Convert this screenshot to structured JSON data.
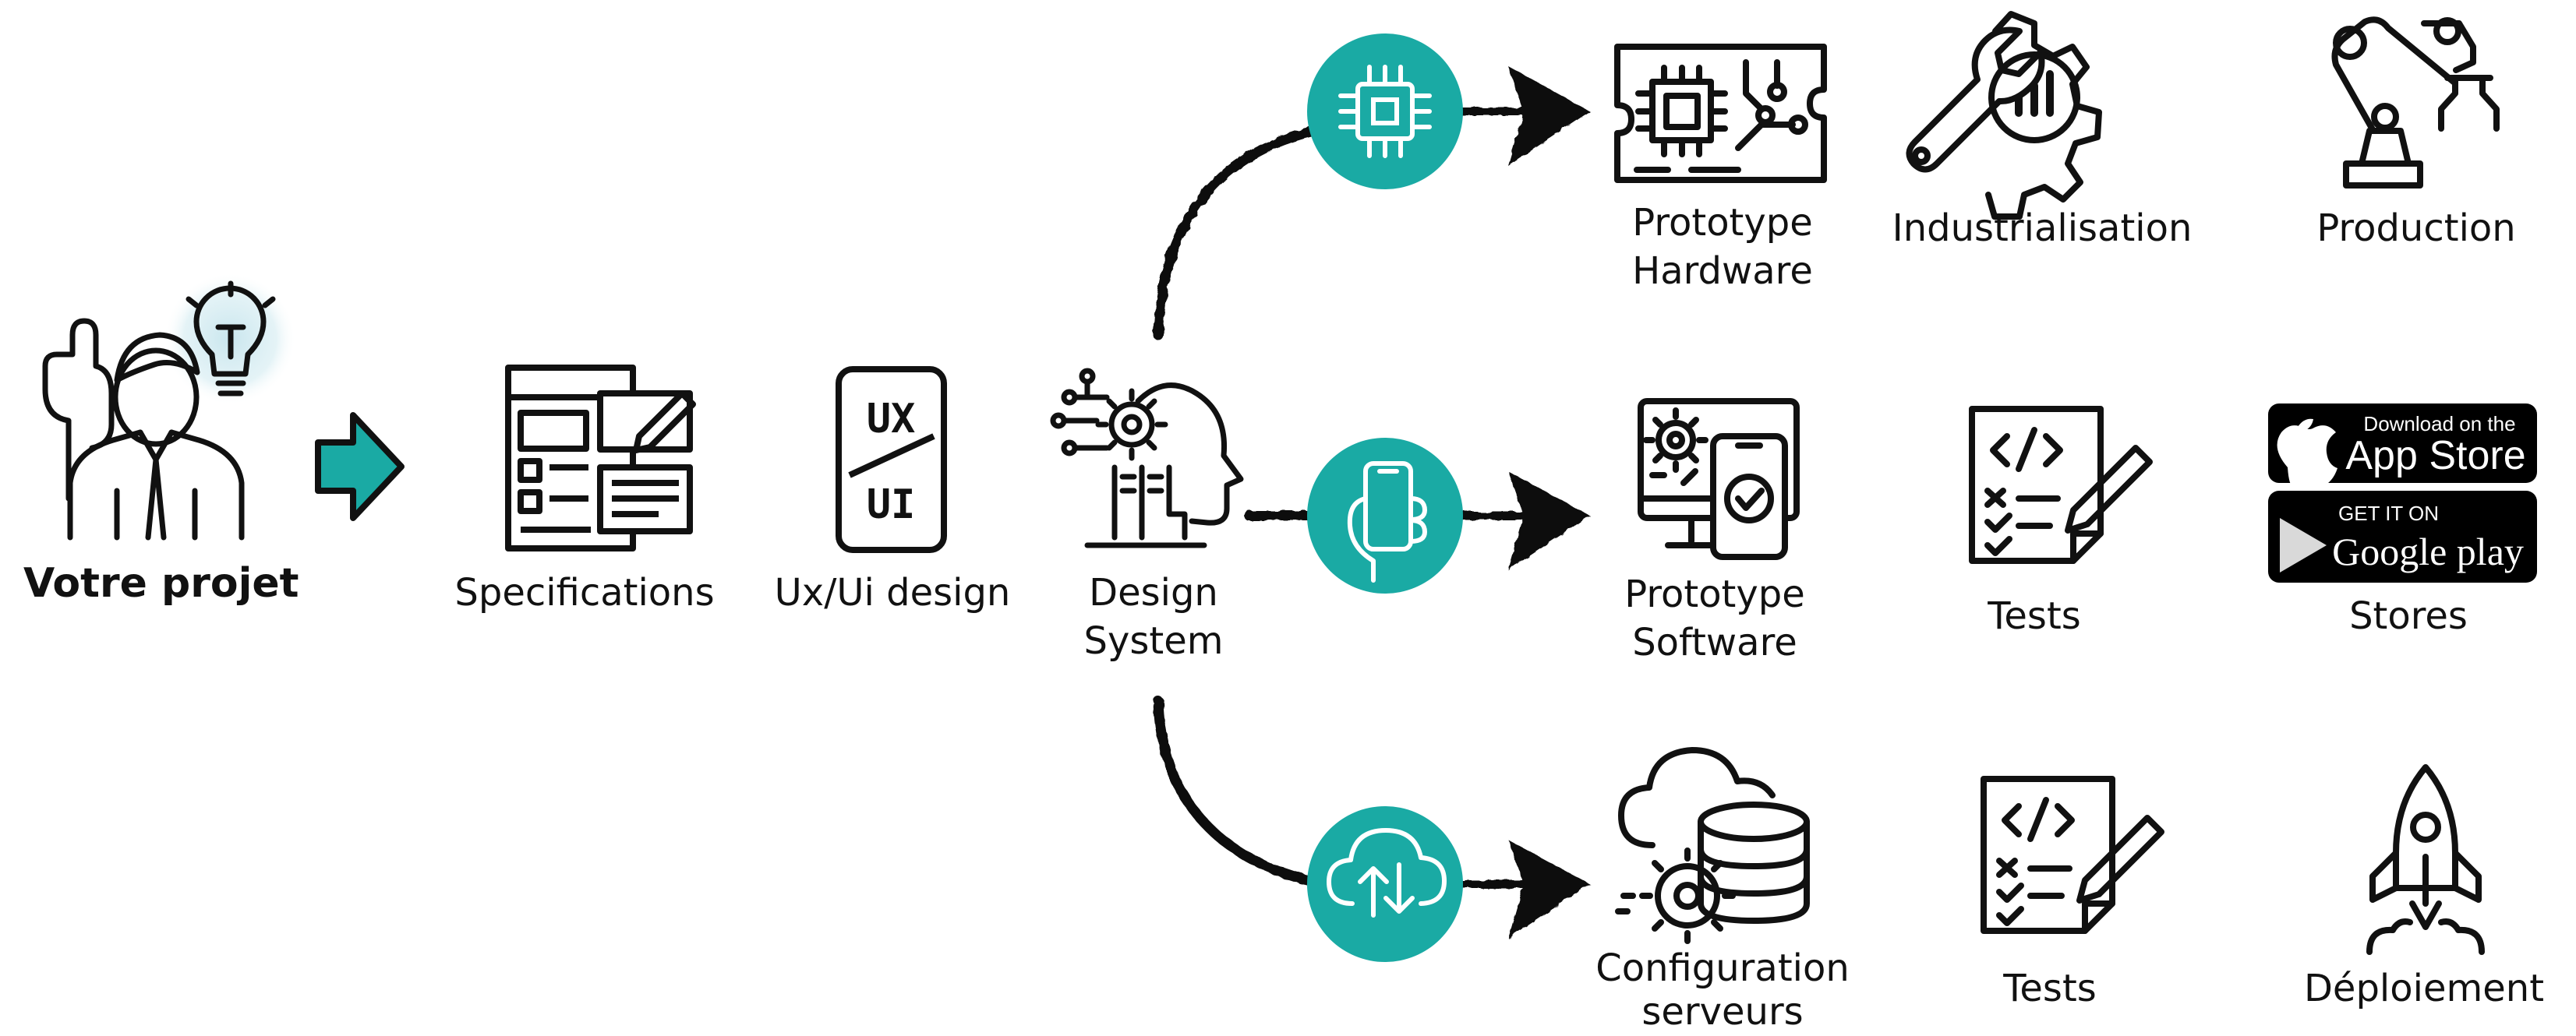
{
  "colors": {
    "accent": "#1aaaa4",
    "ink": "#111111",
    "bulb_glow": "#c9e6ee"
  },
  "labels": {
    "votre_projet": "Votre projet",
    "specifications": "Specifications",
    "ux_ui_design": "Ux/Ui design",
    "design_system": [
      "Design",
      "System"
    ],
    "prototype_hardware": [
      "Prototype",
      "Hardware"
    ],
    "industrialisation": "Industrialisation",
    "production": "Production",
    "prototype_software": [
      "Prototype",
      "Software"
    ],
    "tests_software": "Tests",
    "stores": "Stores",
    "configuration_serveurs": [
      "Configuration",
      "serveurs"
    ],
    "tests_serveurs": "Tests",
    "deploiement": "Déploiement"
  },
  "ux_icon_text": {
    "top": "UX",
    "bottom": "UI"
  },
  "stores": {
    "app_store": {
      "small": "Download on the",
      "big": "App Store"
    },
    "google_play": {
      "small": "GET IT ON",
      "big": "Google play"
    }
  },
  "icons": {
    "person_idea": "person-with-lightbulb-icon",
    "arrow": "right-arrow-icon",
    "specifications": "document-layout-icon",
    "ux_ui": "mobile-ux-ui-icon",
    "design_system": "ai-head-gears-icon",
    "hardware_branch": "chip-icon",
    "software_branch": "phone-in-hand-icon",
    "server_branch": "cloud-sync-icon",
    "hardware": "circuit-board-icon",
    "industrialisation": "gear-wrench-chart-icon",
    "production": "robot-arm-icon",
    "software": "monitor-phone-settings-icon",
    "tests": "code-checklist-pencil-icon",
    "servers": "cloud-database-gear-icon",
    "deploiement": "rocket-launch-icon"
  }
}
